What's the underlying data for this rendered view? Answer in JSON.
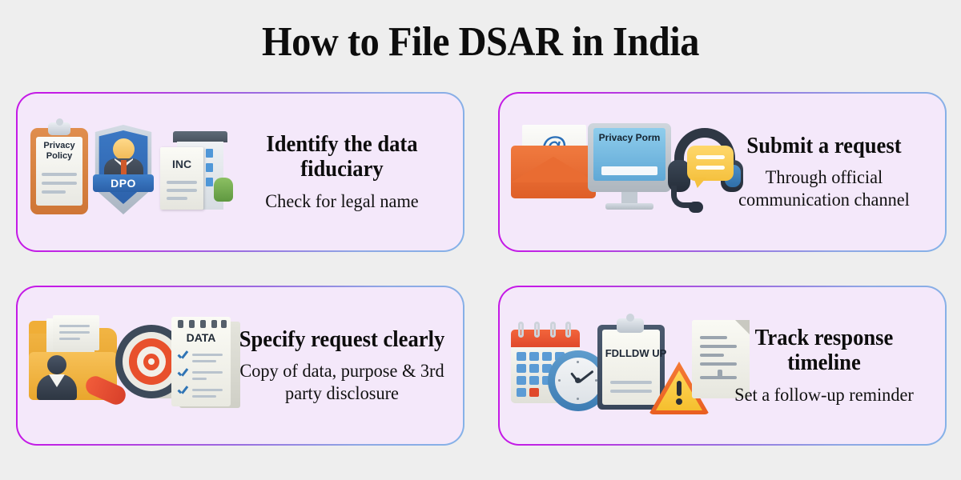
{
  "page": {
    "title": "How to File DSAR in India",
    "background_color": "#eeeeee",
    "card_background": "#f4e8fa",
    "border_gradient_start": "#c41ae6",
    "border_gradient_end": "#85b2e8"
  },
  "cards": [
    {
      "id": "identify-data-fiduciary",
      "heading": "Identify the data fiduciary",
      "subtitle": "Check for legal name",
      "illustration": {
        "name": "privacy-policy-dpo-company-illustration",
        "clipboard_label": "Privacy Policy",
        "shield_label": "DPO",
        "document_label": "INC"
      }
    },
    {
      "id": "submit-a-request",
      "heading": "Submit a request",
      "subtitle": "Through official communication channel",
      "illustration": {
        "name": "email-monitor-headset-illustration",
        "envelope_symbol": "@",
        "monitor_label": "Privacy Porm"
      }
    },
    {
      "id": "specify-request-clearly",
      "heading": "Specify request clearly",
      "subtitle": "Copy of data, purpose & 3rd party disclosure",
      "illustration": {
        "name": "folder-target-data-checklist-illustration",
        "checklist_label": "DATA"
      }
    },
    {
      "id": "track-response-timeline",
      "heading": "Track response timeline",
      "subtitle": "Set a follow-up reminder",
      "illustration": {
        "name": "calendar-clock-clipboard-warning-illustration",
        "clipboard_label": "FDLLDW UP"
      }
    }
  ]
}
